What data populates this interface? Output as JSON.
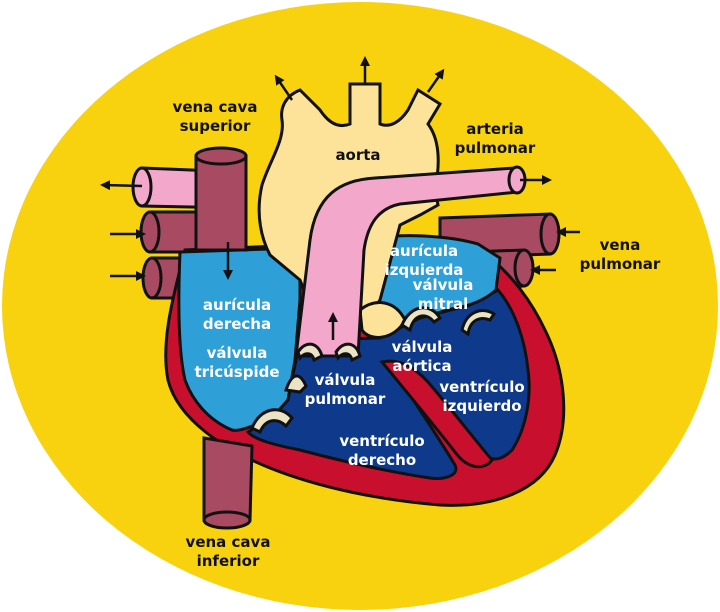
{
  "colors": {
    "background": "#f8d20f",
    "outline": "#111111",
    "aorta": "#fde39a",
    "pulmonary_artery": "#f3a7cb",
    "vein_red": "#a84a62",
    "muscle": "#c8102e",
    "oxygen_poor_blood": "#2f9fd8",
    "ventricle_blue": "#0f3a8c",
    "valve": "#ebe3c5"
  },
  "labels": {
    "vena_cava_superior": [
      "vena cava",
      "superior"
    ],
    "aorta": "aorta",
    "arteria_pulmonar": [
      "arteria",
      "pulmonar"
    ],
    "vena_pulmonar": [
      "vena",
      "pulmonar"
    ],
    "auricula_derecha": [
      "aurícula",
      "derecha"
    ],
    "valvula_tricuspide": [
      "válvula",
      "tricúspide"
    ],
    "auricula_izquierda": [
      "aurícula",
      "izquierda"
    ],
    "valvula_mitral": [
      "válvula",
      "mitral"
    ],
    "valvula_aortica": [
      "válvula",
      "aórtica"
    ],
    "valvula_pulmonar": [
      "válvula",
      "pulmonar"
    ],
    "ventriculo_izquierdo": [
      "ventrículo",
      "izquierdo"
    ],
    "ventriculo_derecho": [
      "ventrículo",
      "derecho"
    ],
    "vena_cava_inferior": [
      "vena cava",
      "inferior"
    ]
  }
}
